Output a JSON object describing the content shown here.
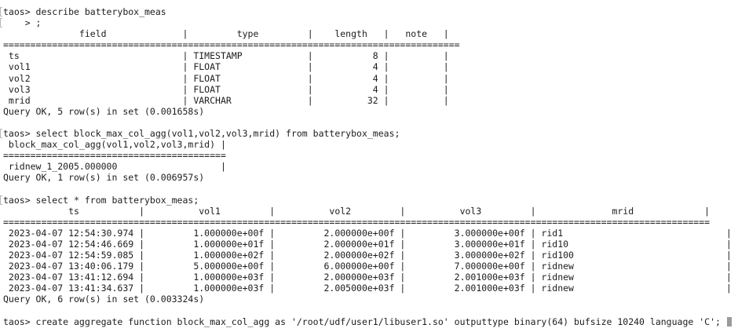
{
  "terminal": {
    "prompt": "taos> ",
    "session": [
      {
        "type": "prompt",
        "text": "describe batterybox_meas",
        "marked": true
      },
      {
        "type": "cont",
        "text": "    > ;",
        "marked": true
      },
      {
        "type": "table",
        "id": "describe",
        "columns": [
          "field",
          "type",
          "length",
          "note"
        ],
        "rows": [
          [
            "ts",
            "TIMESTAMP",
            "8",
            ""
          ],
          [
            "vol1",
            "FLOAT",
            "4",
            ""
          ],
          [
            "vol2",
            "FLOAT",
            "4",
            ""
          ],
          [
            "vol3",
            "FLOAT",
            "4",
            ""
          ],
          [
            "mrid",
            "VARCHAR",
            "32",
            ""
          ]
        ]
      },
      {
        "type": "text",
        "text": "Query OK, 5 row(s) in set (0.001658s)"
      },
      {
        "type": "blank"
      },
      {
        "type": "prompt",
        "text": "select block_max_col_agg(vol1,vol2,vol3,mrid) from batterybox_meas;",
        "marked": true
      },
      {
        "type": "table",
        "id": "agg",
        "columns": [
          "block_max_col_agg(vol1,vol2,vol3,mrid)"
        ],
        "rows": [
          [
            "ridnew_1_2005.000000"
          ]
        ]
      },
      {
        "type": "text",
        "text": "Query OK, 1 row(s) in set (0.006957s)"
      },
      {
        "type": "blank"
      },
      {
        "type": "prompt",
        "text": "select * from batterybox_meas;",
        "marked": true
      },
      {
        "type": "table",
        "id": "select",
        "columns": [
          "ts",
          "vol1",
          "vol2",
          "vol3",
          "mrid"
        ],
        "rows": [
          [
            "2023-04-07 12:54:30.974",
            "1.000000e+00f",
            "2.000000e+00f",
            "3.000000e+00f",
            "rid1"
          ],
          [
            "2023-04-07 12:54:46.669",
            "1.000000e+01f",
            "2.000000e+01f",
            "3.000000e+01f",
            "rid10"
          ],
          [
            "2023-04-07 12:54:59.085",
            "1.000000e+02f",
            "2.000000e+02f",
            "3.000000e+02f",
            "rid100"
          ],
          [
            "2023-04-07 13:40:06.179",
            "5.000000e+00f",
            "6.000000e+00f",
            "7.000000e+00f",
            "ridnew"
          ],
          [
            "2023-04-07 13:41:12.694",
            "1.000000e+03f",
            "2.000000e+03f",
            "2.001000e+03f",
            "ridnew"
          ],
          [
            "2023-04-07 13:41:34.637",
            "1.000000e+03f",
            "2.005000e+03f",
            "2.001000e+03f",
            "ridnew"
          ]
        ]
      },
      {
        "type": "text",
        "text": "Query OK, 6 row(s) in set (0.003324s)"
      },
      {
        "type": "blank"
      },
      {
        "type": "prompt",
        "text": "create aggregate function block_max_col_agg as '/root/udf/user1/libuser1.so' outputtype binary(64) bufsize 10240 language 'C'; ",
        "marked": false,
        "cursor": true
      }
    ]
  }
}
